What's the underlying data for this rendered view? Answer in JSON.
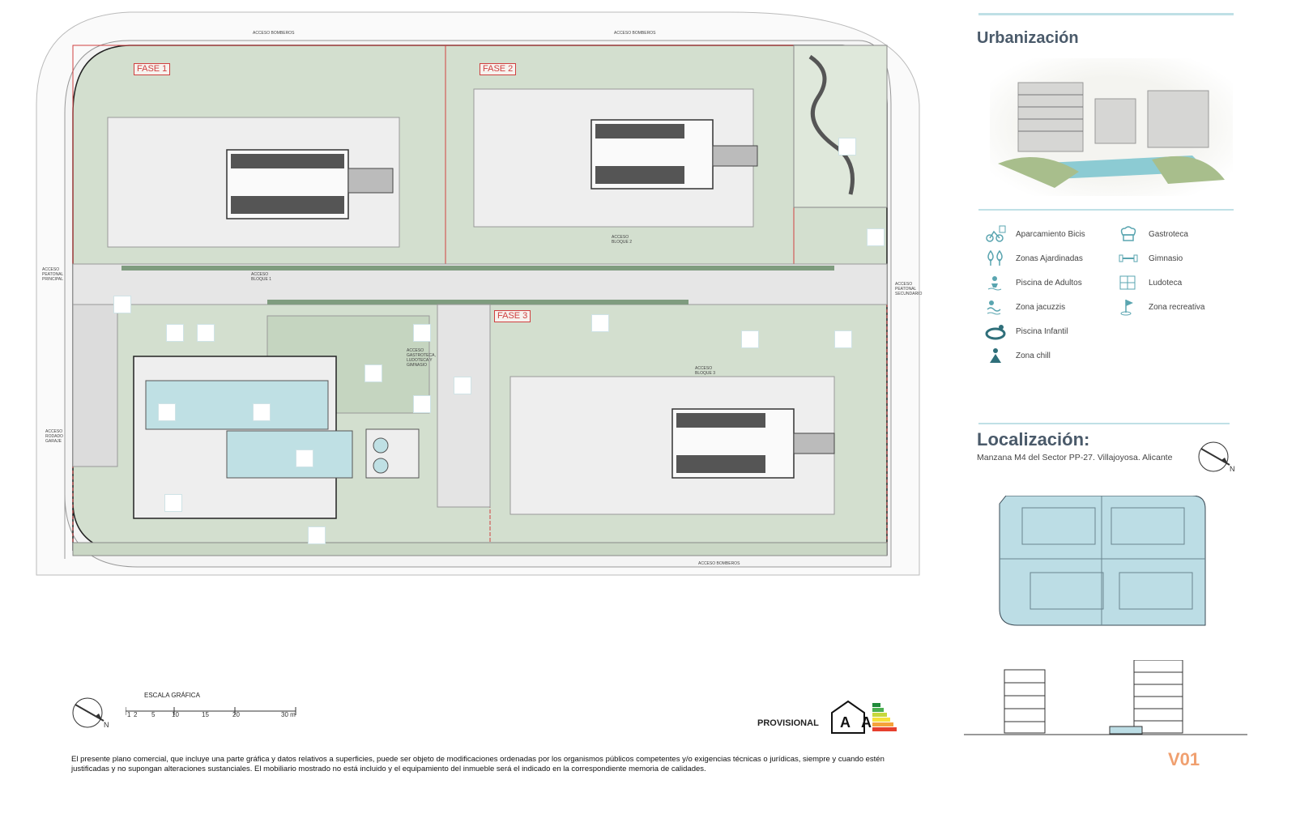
{
  "plan": {
    "labels": {
      "fase1": "FASE 1",
      "fase2": "FASE 2",
      "fase3": "FASE 3",
      "acceso_bomberos": "ACCESO BOMBEROS",
      "acceso_peatonal_principal": "ACCESO PEATONAL PRINCIPAL",
      "acceso_peatonal_secundario": "ACCESO PEATONAL SECUNDARIO",
      "acceso_rodado_garaje": "ACCESO RODADO GARAJE",
      "acceso_bloque1": "ACCESO BLOQUE 1",
      "acceso_bloque2": "ACCESO BLOQUE 2",
      "acceso_bloque3": "ACCESO BLOQUE 3",
      "acceso_gastroteca": "ACCESO GASTROTECA, LUDOTECA Y GIMNASIO"
    },
    "colors": {
      "green": "#c9d8c4",
      "dark_green": "#8aa886",
      "building": "#ececec",
      "pool": "#bfe0e4",
      "boundary": "#d04040",
      "street": "#f2f2f2"
    }
  },
  "scale": {
    "title": "ESCALA GRÁFICA",
    "ticks": [
      "1",
      "2",
      "5",
      "10",
      "15",
      "20",
      "30 m"
    ]
  },
  "energy": {
    "label": "PROVISIONAL",
    "rating1": "A",
    "rating2": "A"
  },
  "disclaimer": "El presente plano comercial, que incluye una parte gráfica y datos relativos a superficies, puede ser objeto de modificaciones ordenadas por los organismos públicos competentes y/o exigencias técnicas o jurídicas, siempre y cuando estén justificadas y no supongan alteraciones sustanciales. El mobiliario mostrado no está incluido y el equipamiento del inmueble será el indicado en la correspondiente memoria de calidades.",
  "sidebar": {
    "urbanizacion_title": "Urbanización",
    "legend": [
      {
        "icon": "bike-parking-icon",
        "label": "Aparcamiento Bicis"
      },
      {
        "icon": "trees-icon",
        "label": "Zonas Ajardinadas"
      },
      {
        "icon": "adult-pool-icon",
        "label": "Piscina de Adultos"
      },
      {
        "icon": "jacuzzi-icon",
        "label": "Zona jacuzzis"
      },
      {
        "icon": "kids-pool-icon",
        "label": "Piscina Infantil"
      },
      {
        "icon": "chill-icon",
        "label": "Zona chill"
      },
      {
        "icon": "chef-hat-icon",
        "label": "Gastroteca"
      },
      {
        "icon": "dumbbell-icon",
        "label": "Gimnasio"
      },
      {
        "icon": "puzzle-icon",
        "label": "Ludoteca"
      },
      {
        "icon": "golf-flag-icon",
        "label": "Zona recreativa"
      }
    ],
    "localizacion_title": "Localización:",
    "localizacion_text": "Manzana M4 del Sector PP-27. Villajoyosa. Alicante",
    "version": "V01",
    "accent": "#5aa5b0",
    "version_color": "#f0a070"
  }
}
